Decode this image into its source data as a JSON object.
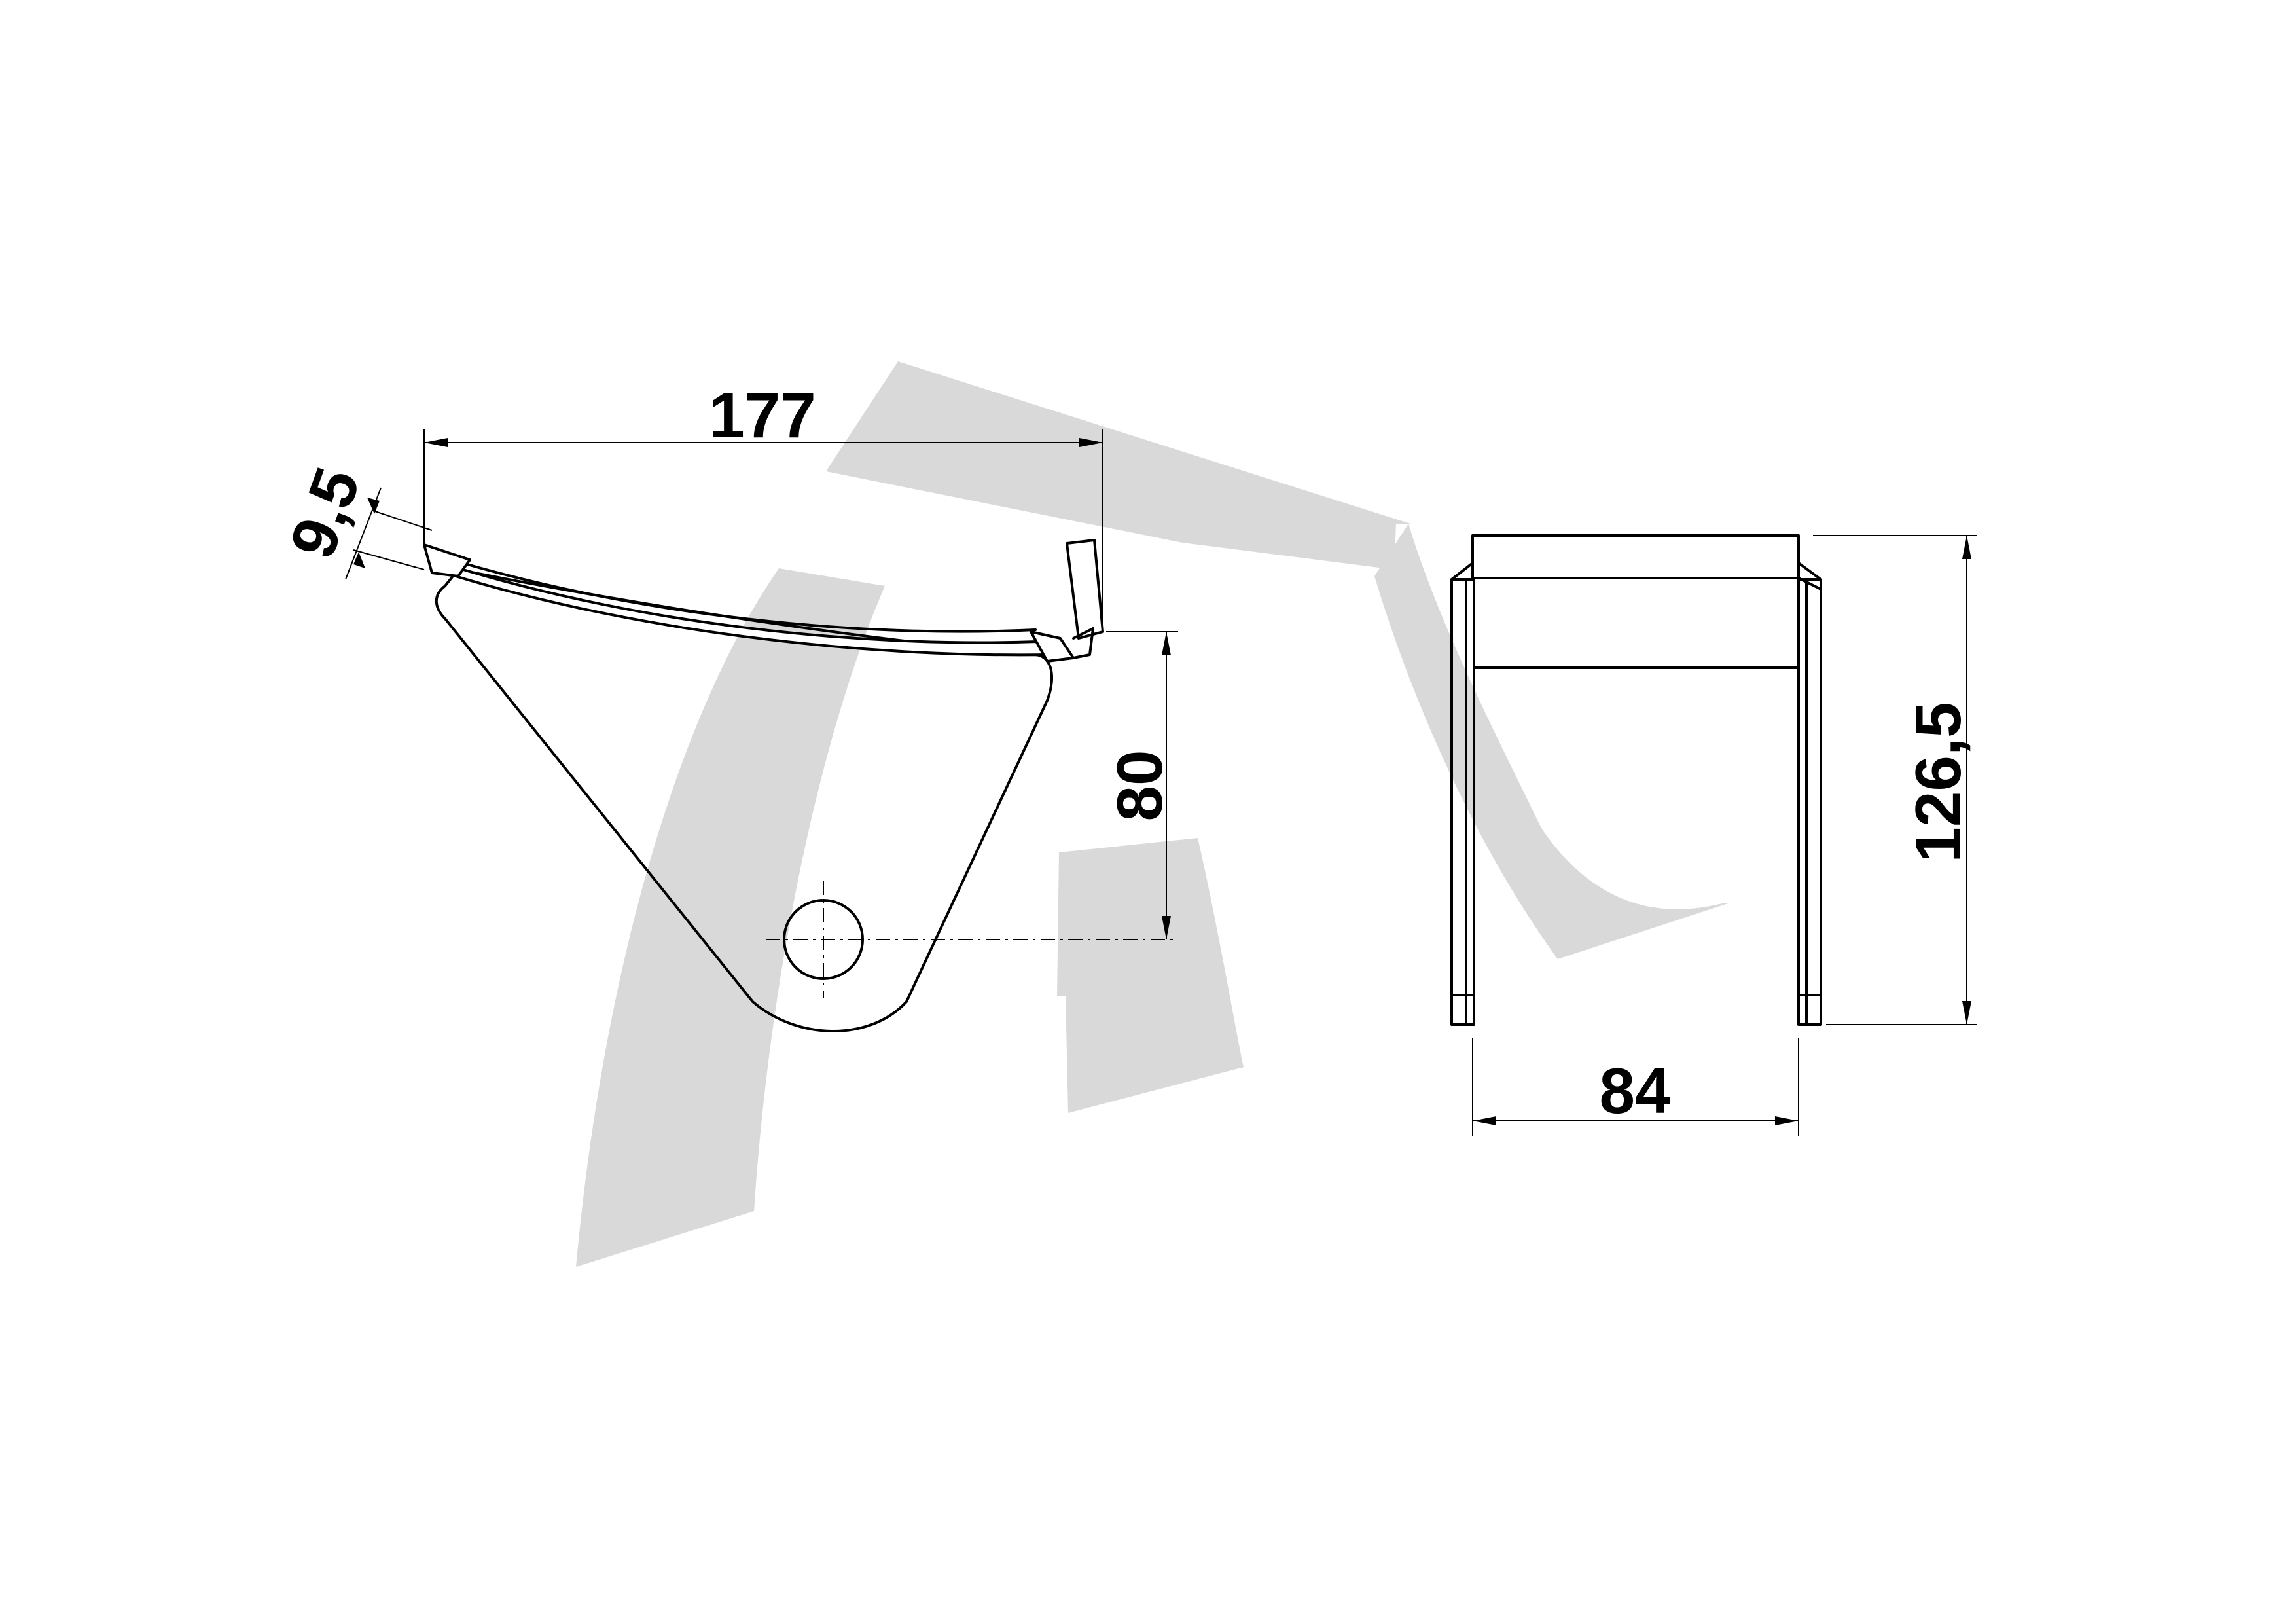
{
  "drawing": {
    "dimensions": {
      "width_177": "177",
      "thickness_9_5": "9,5",
      "height_80": "80",
      "depth_84": "84",
      "height_126_5": "126,5"
    },
    "watermark_color": "#d9d9d9",
    "line_color": "#000000"
  }
}
